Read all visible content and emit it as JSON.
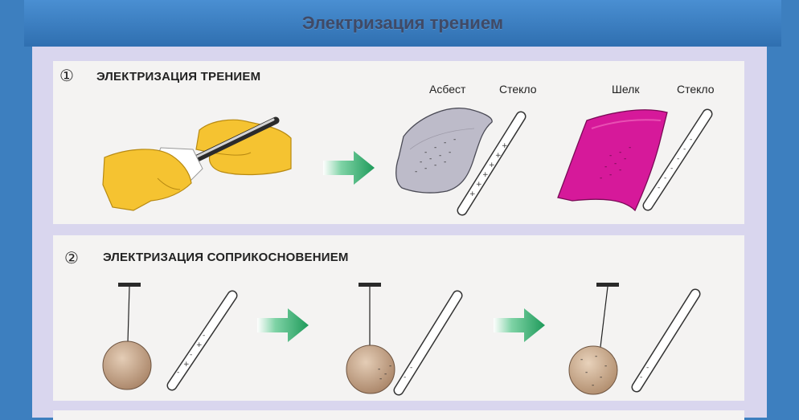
{
  "header": {
    "title": "Электризация трением"
  },
  "section1": {
    "number": "①",
    "heading": "ЭЛЕКТРИЗАЦИЯ ТРЕНИЕМ",
    "labels": [
      "Асбест",
      "Стекло",
      "Шелк",
      "Стекло"
    ]
  },
  "section2": {
    "number": "②",
    "heading": "ЭЛЕКТРИЗАЦИЯ СОПРИКОСНОВЕНИЕМ"
  },
  "colors": {
    "header": "#3d7fbf",
    "frame": "#d9d6ee",
    "panel": "#f4f3f2",
    "arrow": "#1e9a5a",
    "hand": "#f5c331",
    "asbestos": "#b8b6c4",
    "silk": "#d6199a",
    "ball": "#c8a88a"
  },
  "icons": [
    "hand-icon",
    "arrow-right-icon",
    "asbestos-icon",
    "glass-rod-icon",
    "silk-icon",
    "pendulum-ball-icon"
  ]
}
